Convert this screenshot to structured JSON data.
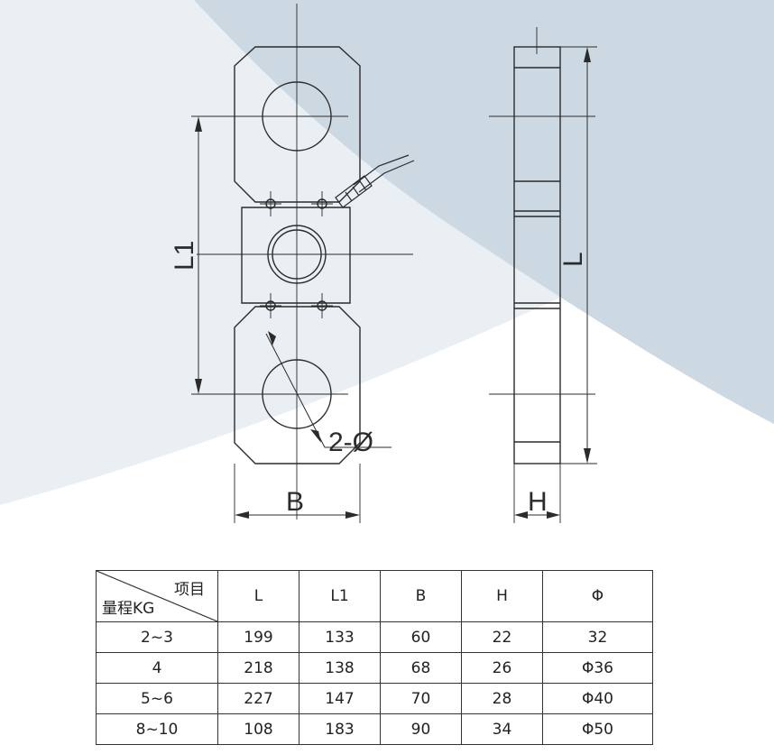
{
  "drawing": {
    "front_labels": {
      "l1": "L1",
      "diameter": "2-Ø",
      "width": "B"
    },
    "side_labels": {
      "length": "L",
      "height": "H"
    },
    "colors": {
      "line": "#2b2b2b",
      "bg_shape": "#dde6ec",
      "bg_shape2": "#c7d4dd"
    }
  },
  "table": {
    "corner_top": "项目",
    "corner_bottom": "量程KG",
    "headers": [
      "L",
      "L1",
      "B",
      "H",
      "Φ"
    ],
    "rows": [
      {
        "range": "2~3",
        "values": [
          "199",
          "133",
          "60",
          "22",
          "32"
        ]
      },
      {
        "range": "4",
        "values": [
          "218",
          "138",
          "68",
          "26",
          "Φ36"
        ]
      },
      {
        "range": "5~6",
        "values": [
          "227",
          "147",
          "70",
          "28",
          "Φ40"
        ]
      },
      {
        "range": "8~10",
        "values": [
          "108",
          "183",
          "90",
          "34",
          "Φ50"
        ]
      }
    ]
  }
}
